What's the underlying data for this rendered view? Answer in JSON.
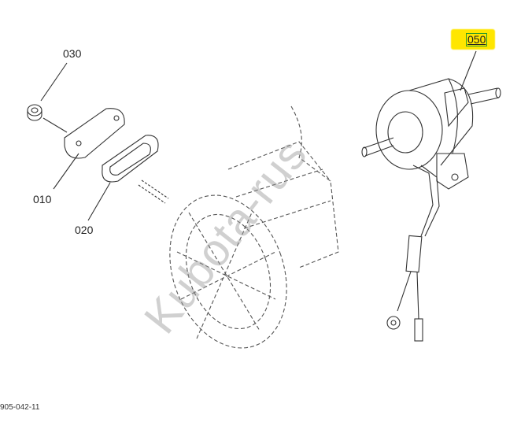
{
  "diagram": {
    "callouts": [
      {
        "id": "030",
        "label": "030"
      },
      {
        "id": "010",
        "label": "010"
      },
      {
        "id": "020",
        "label": "020"
      },
      {
        "id": "050",
        "label": "050",
        "highlighted": true
      }
    ],
    "drawing_code": "905-042-11",
    "watermark": "Kubota-rus",
    "highlight_color": "#ffe600",
    "selection_color": "#2a9a2a"
  }
}
